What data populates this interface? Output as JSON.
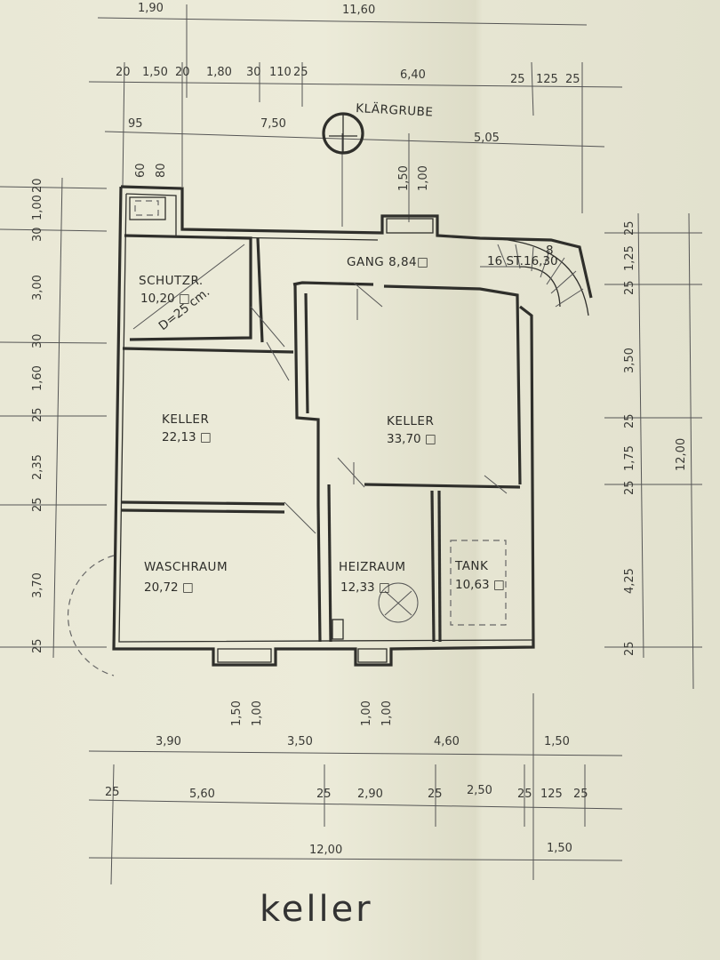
{
  "title": "keller",
  "septic": "KLÄRGRUBE",
  "rooms": {
    "gang": {
      "name": "GANG",
      "area": "8,84"
    },
    "schutz": {
      "name": "SCHUTZR.",
      "area": "10,20",
      "note": "D=25 cm."
    },
    "keller1": {
      "name": "KELLER",
      "area": "22,13"
    },
    "keller2": {
      "name": "KELLER",
      "area": "33,70"
    },
    "wasch": {
      "name": "WASCHRAUM",
      "area": "20,72"
    },
    "heiz": {
      "name": "HEIZRAUM",
      "area": "12,33"
    },
    "tank": {
      "name": "TANK",
      "area": "10,63"
    }
  },
  "stair": "16 ST.16,30",
  "stair_mark": "8",
  "area_unit": "□",
  "dims": {
    "top": [
      "1,90",
      "11,60",
      "20",
      "1,50",
      "20",
      "1,80",
      "30",
      "110",
      "25",
      "6,40",
      "25",
      "125",
      "25",
      "95",
      "7,50",
      "5,05",
      "60",
      "80",
      "1,50",
      "1,00"
    ],
    "left": [
      "20",
      "1,00",
      "30",
      "3,00",
      "30",
      "1,60",
      "25",
      "2,35",
      "25",
      "3,70",
      "25"
    ],
    "right": [
      "25",
      "1,25",
      "25",
      "3,50",
      "25",
      "1,75",
      "25",
      "4,25",
      "25",
      "12,00"
    ],
    "bottom": [
      "1,50",
      "1,00",
      "1,00",
      "1,00",
      "3,90",
      "3,50",
      "4,60",
      "1,50",
      "25",
      "5,60",
      "25",
      "2,90",
      "25",
      "2,50",
      "25",
      "125",
      "25",
      "12,00",
      "1,50"
    ]
  }
}
